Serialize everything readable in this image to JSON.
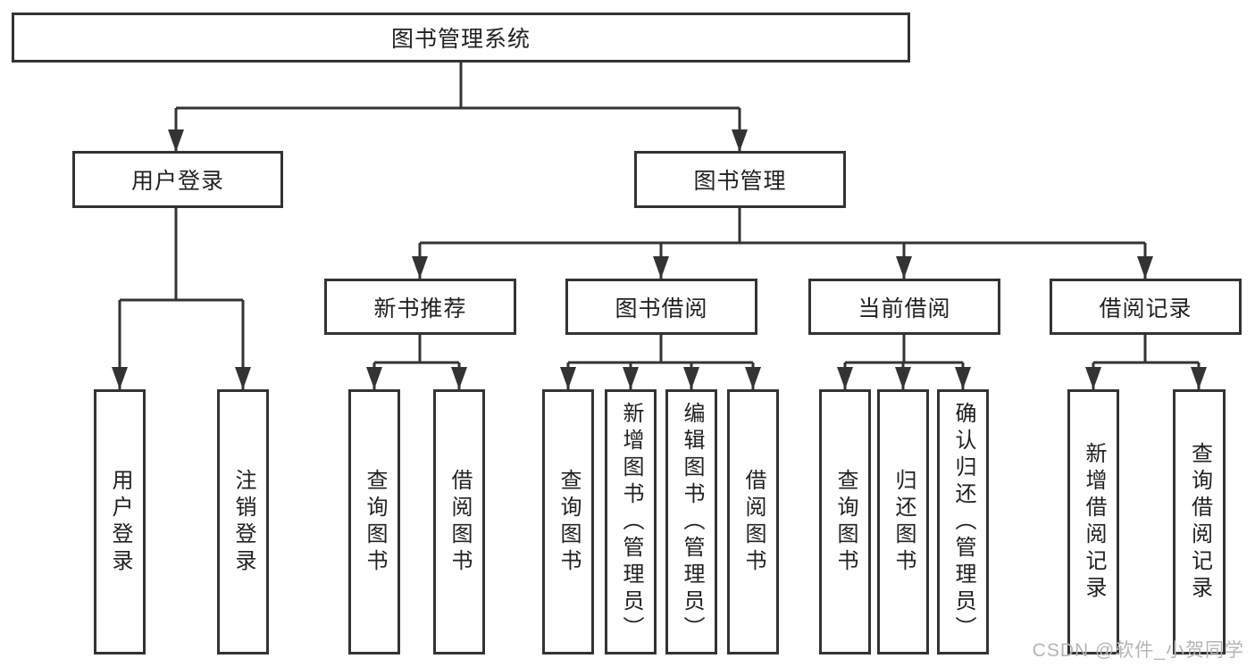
{
  "diagram_title": "图书管理系统",
  "root": {
    "label": "图书管理系统"
  },
  "branches": [
    {
      "label": "用户登录",
      "leaves": [
        "用户登录",
        "注销登录"
      ]
    },
    {
      "label": "图书管理",
      "groups": [
        {
          "label": "新书推荐",
          "leaves": [
            "查询图书",
            "借阅图书"
          ]
        },
        {
          "label": "图书借阅",
          "leaves": [
            "查询图书",
            "新增图书（管理员）",
            "编辑图书（管理员）",
            "借阅图书"
          ]
        },
        {
          "label": "当前借阅",
          "leaves": [
            "查询图书",
            "归还图书",
            "确认归还（管理员）"
          ]
        },
        {
          "label": "借阅记录",
          "leaves": [
            "新增借阅记录",
            "查询借阅记录"
          ]
        }
      ]
    }
  ],
  "watermark": "CSDN @软件_小贺同学",
  "colors": {
    "line": "#333333",
    "border": "#333333",
    "text": "#212121",
    "background": "#ffffff",
    "watermark": "#b5b5b5"
  }
}
